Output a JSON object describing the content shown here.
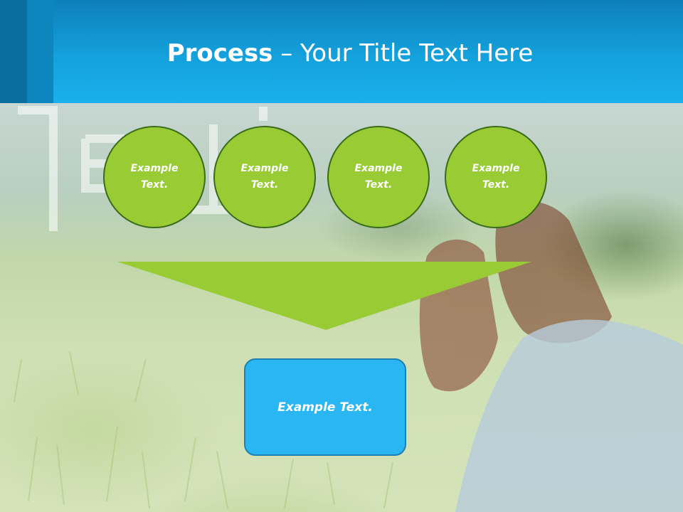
{
  "title": {
    "bold": "Process",
    "rest": " – Your Title Text Here"
  },
  "circles": [
    {
      "label": "Example Text."
    },
    {
      "label": "Example Text."
    },
    {
      "label": "Example Text."
    },
    {
      "label": "Example Text."
    }
  ],
  "result_box": {
    "label": "Example Text."
  },
  "colors": {
    "header": "#1ab0ec",
    "header_stripe": "#0b6f9e",
    "circle_fill": "#98cb34",
    "circle_border": "#3a6b1a",
    "funnel": "#98cb34",
    "box_fill": "#29b6f2",
    "box_border": "#1d80b0"
  }
}
